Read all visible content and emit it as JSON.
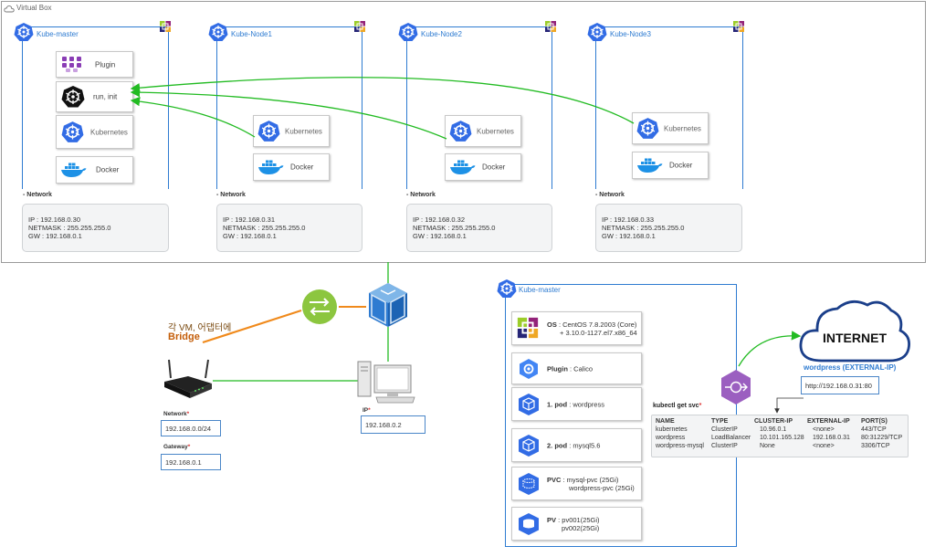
{
  "virtualbox": {
    "title": "Virtual Box"
  },
  "nodes": [
    {
      "name": "Kube-master",
      "network_title": "- Network",
      "ip": "IP : 192.168.0.30",
      "netmask": "NETMASK : 255.255.255.0",
      "gw": "GW : 192.168.0.1"
    },
    {
      "name": "Kube-Node1",
      "network_title": "- Network",
      "ip": "IP : 192.168.0.31",
      "netmask": "NETMASK : 255.255.255.0",
      "gw": "GW : 192.168.0.1"
    },
    {
      "name": "Kube-Node2",
      "network_title": "- Network",
      "ip": "IP : 192.168.0.32",
      "netmask": "NETMASK : 255.255.255.0",
      "gw": "GW : 192.168.0.1"
    },
    {
      "name": "Kube-Node3",
      "network_title": "- Network",
      "ip": "IP : 192.168.0.33",
      "netmask": "NETMASK : 255.255.255.0",
      "gw": "GW : 192.168.0.1"
    }
  ],
  "master_components": {
    "plugin": "Plugin",
    "run_init": "run, init",
    "kubernetes": "Kubernetes",
    "docker": "Docker"
  },
  "worker_components": {
    "kubernetes": "Kubernetes",
    "docker": "Docker"
  },
  "bridge": {
    "line1": "각 VM, 어댑터에",
    "line2": "Bridge"
  },
  "router": {
    "network_label": "Network",
    "network_value": "192.168.0.0/24",
    "gateway_label": "Gateway",
    "gateway_value": "192.168.0.1"
  },
  "host": {
    "ip_label": "IP",
    "ip_value": "192.168.0.2"
  },
  "kube_master_detail": {
    "title": "Kube-master",
    "os": {
      "label": "OS",
      "line1": ": CentOS 7.8.2003 (Core)",
      "line2": "+ 3.10.0-1127.el7.x86_64"
    },
    "plugin": {
      "label": "Plugin",
      "value": ": Calico"
    },
    "pod1": {
      "label": "1. pod",
      "value": ": wordpress"
    },
    "pod2": {
      "label": "2. pod",
      "value": ": mysql5.6"
    },
    "pvc": {
      "label": "PVC",
      "line1": ": mysql-pvc (25Gi)",
      "line2": "wordpress-pvc (25Gi)"
    },
    "pv": {
      "label": "PV",
      "line1": ": pv001(25Gi)",
      "line2": "pv002(25Gi)"
    }
  },
  "internet": {
    "label": "INTERNET",
    "wordpress_label": "wordpress (EXTERNAL-IP)",
    "wordpress_url": "http://192.168.0.31:80"
  },
  "svc": {
    "command": "kubectl get svc",
    "headers": [
      "NAME",
      "TYPE",
      "CLUSTER-IP",
      "EXTERNAL-IP",
      "PORT(S)"
    ],
    "rows": [
      [
        "kubernetes",
        "ClusterIP",
        "10.96.0.1",
        "<none>",
        "443/TCP"
      ],
      [
        "wordpress",
        "LoadBalancer",
        "10.101.165.128",
        "192.168.0.31",
        "80:31229/TCP"
      ],
      [
        "wordpress-mysql",
        "ClusterIP",
        "None",
        "<none>",
        "3306/TCP"
      ]
    ]
  },
  "colors": {
    "accent_blue": "#2e7bd1",
    "k8s_blue": "#326ce5",
    "docker_blue": "#1d91e6",
    "green_line": "#22bb22",
    "orange_line": "#f08a1c",
    "switch_green": "#8cc63f",
    "lb_purple": "#9b5fc0"
  }
}
